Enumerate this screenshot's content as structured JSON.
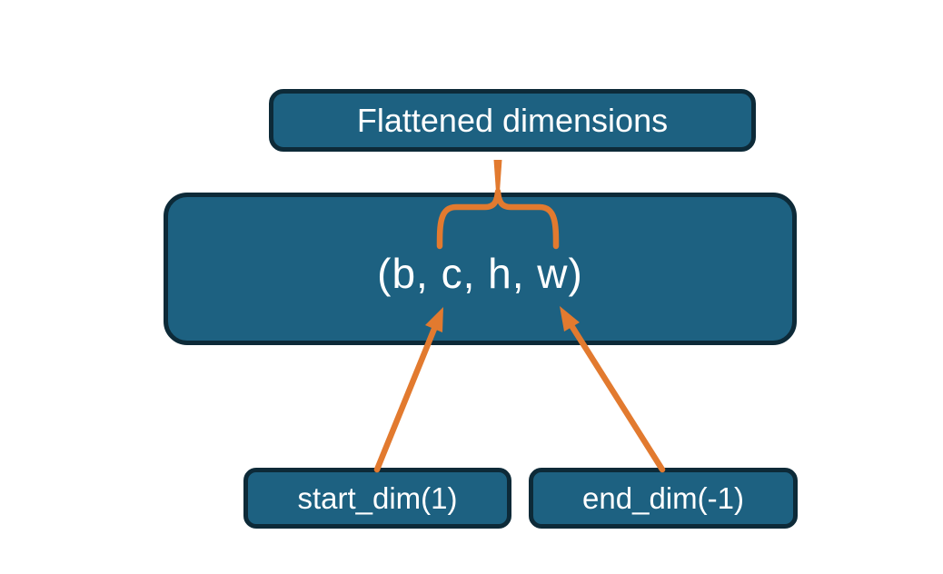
{
  "colors": {
    "background": "#ffffff",
    "box_fill": "#1d6181",
    "box_border": "#0d2a38",
    "box_text": "#ffffff",
    "accent_orange": "#e27a2f"
  },
  "boxes": {
    "flattened": {
      "label": "Flattened dimensions"
    },
    "tuple": {
      "label": "(b, c, h, w)"
    },
    "start_dim": {
      "label": "start_dim(1)"
    },
    "end_dim": {
      "label": "end_dim(-1)"
    }
  }
}
